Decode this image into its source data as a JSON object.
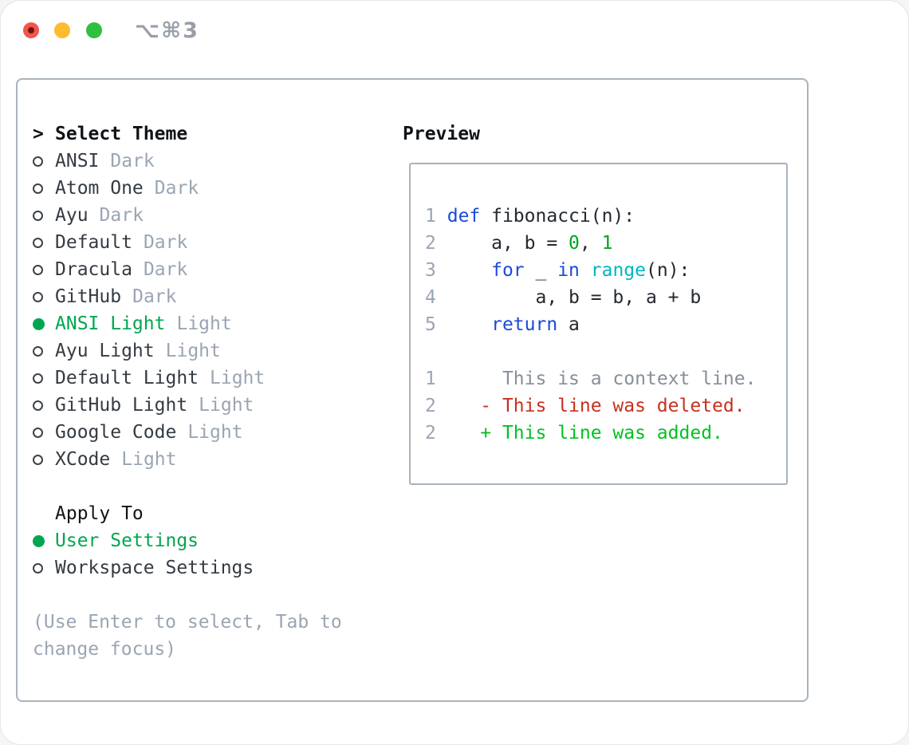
{
  "window": {
    "title": "⌥⌘3"
  },
  "theme_panel": {
    "header": {
      "cursor": ">",
      "label": "Select Theme"
    },
    "items": [
      {
        "name": "ANSI",
        "variant": "Dark",
        "selected": false
      },
      {
        "name": "Atom One",
        "variant": "Dark",
        "selected": false
      },
      {
        "name": "Ayu",
        "variant": "Dark",
        "selected": false
      },
      {
        "name": "Default",
        "variant": "Dark",
        "selected": false
      },
      {
        "name": "Dracula",
        "variant": "Dark",
        "selected": false
      },
      {
        "name": "GitHub",
        "variant": "Dark",
        "selected": false
      },
      {
        "name": "ANSI Light",
        "variant": "Light",
        "selected": true
      },
      {
        "name": "Ayu Light",
        "variant": "Light",
        "selected": false
      },
      {
        "name": "Default Light",
        "variant": "Light",
        "selected": false
      },
      {
        "name": "GitHub Light",
        "variant": "Light",
        "selected": false
      },
      {
        "name": "Google Code",
        "variant": "Light",
        "selected": false
      },
      {
        "name": "XCode",
        "variant": "Light",
        "selected": false
      }
    ],
    "apply_to": {
      "label": "Apply To",
      "options": [
        {
          "name": "User Settings",
          "selected": true
        },
        {
          "name": "Workspace Settings",
          "selected": false
        }
      ]
    },
    "help_lines": [
      "(Use Enter to select, Tab to",
      "change focus)"
    ]
  },
  "preview": {
    "title": "Preview",
    "code_lines": [
      {
        "tokens": [
          {
            "t": "1",
            "s": "ln"
          },
          {
            "t": " ",
            "s": "p"
          },
          {
            "t": "def",
            "s": "kw"
          },
          {
            "t": " fibonacci(n):",
            "s": "p"
          }
        ]
      },
      {
        "tokens": [
          {
            "t": "2",
            "s": "ln"
          },
          {
            "t": "     a, b = ",
            "s": "p"
          },
          {
            "t": "0",
            "s": "num"
          },
          {
            "t": ", ",
            "s": "p"
          },
          {
            "t": "1",
            "s": "num"
          }
        ]
      },
      {
        "tokens": [
          {
            "t": "3",
            "s": "ln"
          },
          {
            "t": "     ",
            "s": "p"
          },
          {
            "t": "for",
            "s": "kw"
          },
          {
            "t": " _ ",
            "s": "p"
          },
          {
            "t": "in",
            "s": "kw"
          },
          {
            "t": " ",
            "s": "p"
          },
          {
            "t": "range",
            "s": "bi"
          },
          {
            "t": "(n):",
            "s": "p"
          }
        ]
      },
      {
        "tokens": [
          {
            "t": "4",
            "s": "ln"
          },
          {
            "t": "         a, b = b, a + b",
            "s": "p"
          }
        ]
      },
      {
        "tokens": [
          {
            "t": "5",
            "s": "ln"
          },
          {
            "t": "     ",
            "s": "p"
          },
          {
            "t": "return",
            "s": "kw"
          },
          {
            "t": " a",
            "s": "p"
          }
        ]
      },
      {
        "tokens": []
      },
      {
        "tokens": [
          {
            "t": "1",
            "s": "ln"
          },
          {
            "t": "      ",
            "s": "p"
          },
          {
            "t": "This is a context line.",
            "s": "ctx"
          }
        ]
      },
      {
        "tokens": [
          {
            "t": "2",
            "s": "ln"
          },
          {
            "t": "    ",
            "s": "p"
          },
          {
            "t": "- This line was deleted.",
            "s": "del"
          }
        ]
      },
      {
        "tokens": [
          {
            "t": "2",
            "s": "ln"
          },
          {
            "t": "    ",
            "s": "p"
          },
          {
            "t": "+ This line was added.",
            "s": "add"
          }
        ]
      }
    ]
  },
  "colors": {
    "accent": "#00a64f",
    "added": "#00c220",
    "deleted": "#c6311d",
    "keyword": "#1a4ad8",
    "builtin": "#00b5c3",
    "number": "#00a41e",
    "muted": "#9aa5b3",
    "context": "#878f98"
  }
}
